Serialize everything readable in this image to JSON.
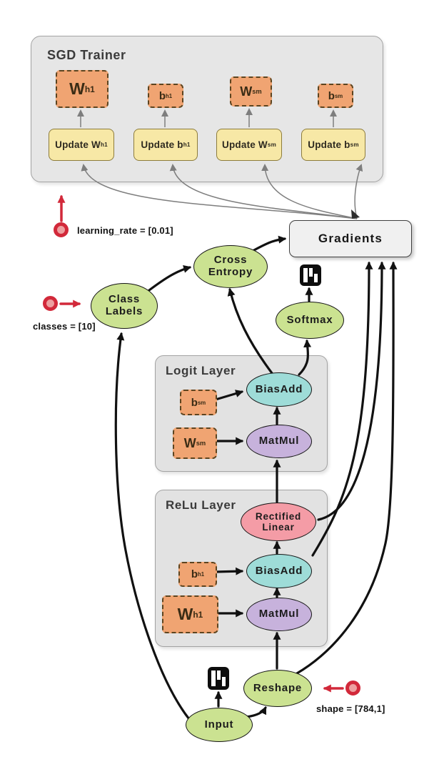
{
  "sgd_trainer": {
    "title": "SGD Trainer",
    "params": [
      {
        "base": "W",
        "sub": "h1"
      },
      {
        "base": "b",
        "sub": "h1"
      },
      {
        "base": "W",
        "sub": "sm"
      },
      {
        "base": "b",
        "sub": "sm"
      }
    ],
    "updates": [
      {
        "label": "Update W",
        "sub": "h1"
      },
      {
        "label": "Update b",
        "sub": "h1"
      },
      {
        "label": "Update W",
        "sub": "sm"
      },
      {
        "label": "Update b",
        "sub": "sm"
      }
    ]
  },
  "gradients": {
    "label": "Gradients"
  },
  "nodes": {
    "cross_entropy": {
      "line1": "Cross",
      "line2": "Entropy"
    },
    "class_labels": {
      "line1": "Class",
      "line2": "Labels"
    },
    "softmax": {
      "label": "Softmax"
    },
    "rectified_linear": {
      "line1": "Rectified",
      "line2": "Linear"
    },
    "reshape": {
      "label": "Reshape"
    },
    "input": {
      "label": "Input"
    }
  },
  "logit_layer": {
    "title": "Logit Layer",
    "bias_add": {
      "label": "BiasAdd"
    },
    "mat_mul": {
      "label": "MatMul"
    },
    "b": {
      "base": "b",
      "sub": "sm"
    },
    "w": {
      "base": "W",
      "sub": "sm"
    }
  },
  "relu_layer": {
    "title": "ReLu Layer",
    "bias_add": {
      "label": "BiasAdd"
    },
    "mat_mul": {
      "label": "MatMul"
    },
    "b": {
      "base": "b",
      "sub": "h1"
    },
    "w": {
      "base": "W",
      "sub": "h1"
    }
  },
  "annotations": {
    "learning_rate": "learning_rate = [0.01]",
    "classes": "classes = [10]",
    "shape": "shape = [784,1]"
  },
  "colors": {
    "accent_red": "#d2293a",
    "param_orange": "#f0a472",
    "update_yellow": "#f7e8a6",
    "op_green": "#cbe291",
    "op_teal": "#9edcd8",
    "op_purple": "#c7b2dc",
    "op_pink": "#f49ca6",
    "group_gray": "#e6e6e6"
  }
}
